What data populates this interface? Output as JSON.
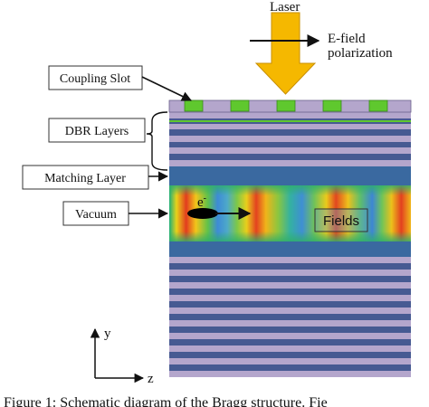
{
  "labels": {
    "laser": "Laser",
    "efield_line1": "E-field",
    "efield_line2": "polarization",
    "coupling_slot": "Coupling Slot",
    "dbr_layers": "DBR Layers",
    "matching_layer": "Matching Layer",
    "vacuum": "Vacuum",
    "fields": "Fields",
    "electron": "e",
    "electron_sup": "-",
    "axis_y": "y",
    "axis_z": "z",
    "caption": "Figure 1: Schematic diagram of the Bragg structure. Fie"
  },
  "colors": {
    "layer_light": "#b4a6cc",
    "layer_dark": "#465a92",
    "matching_layer": "#3a69a0",
    "slot_green": "#5fc82e",
    "dbr_green_line": "#5fc82e",
    "laser_arrow": "#f5b800",
    "laser_arrow_edge": "#c98f00",
    "box_border": "#333333"
  }
}
